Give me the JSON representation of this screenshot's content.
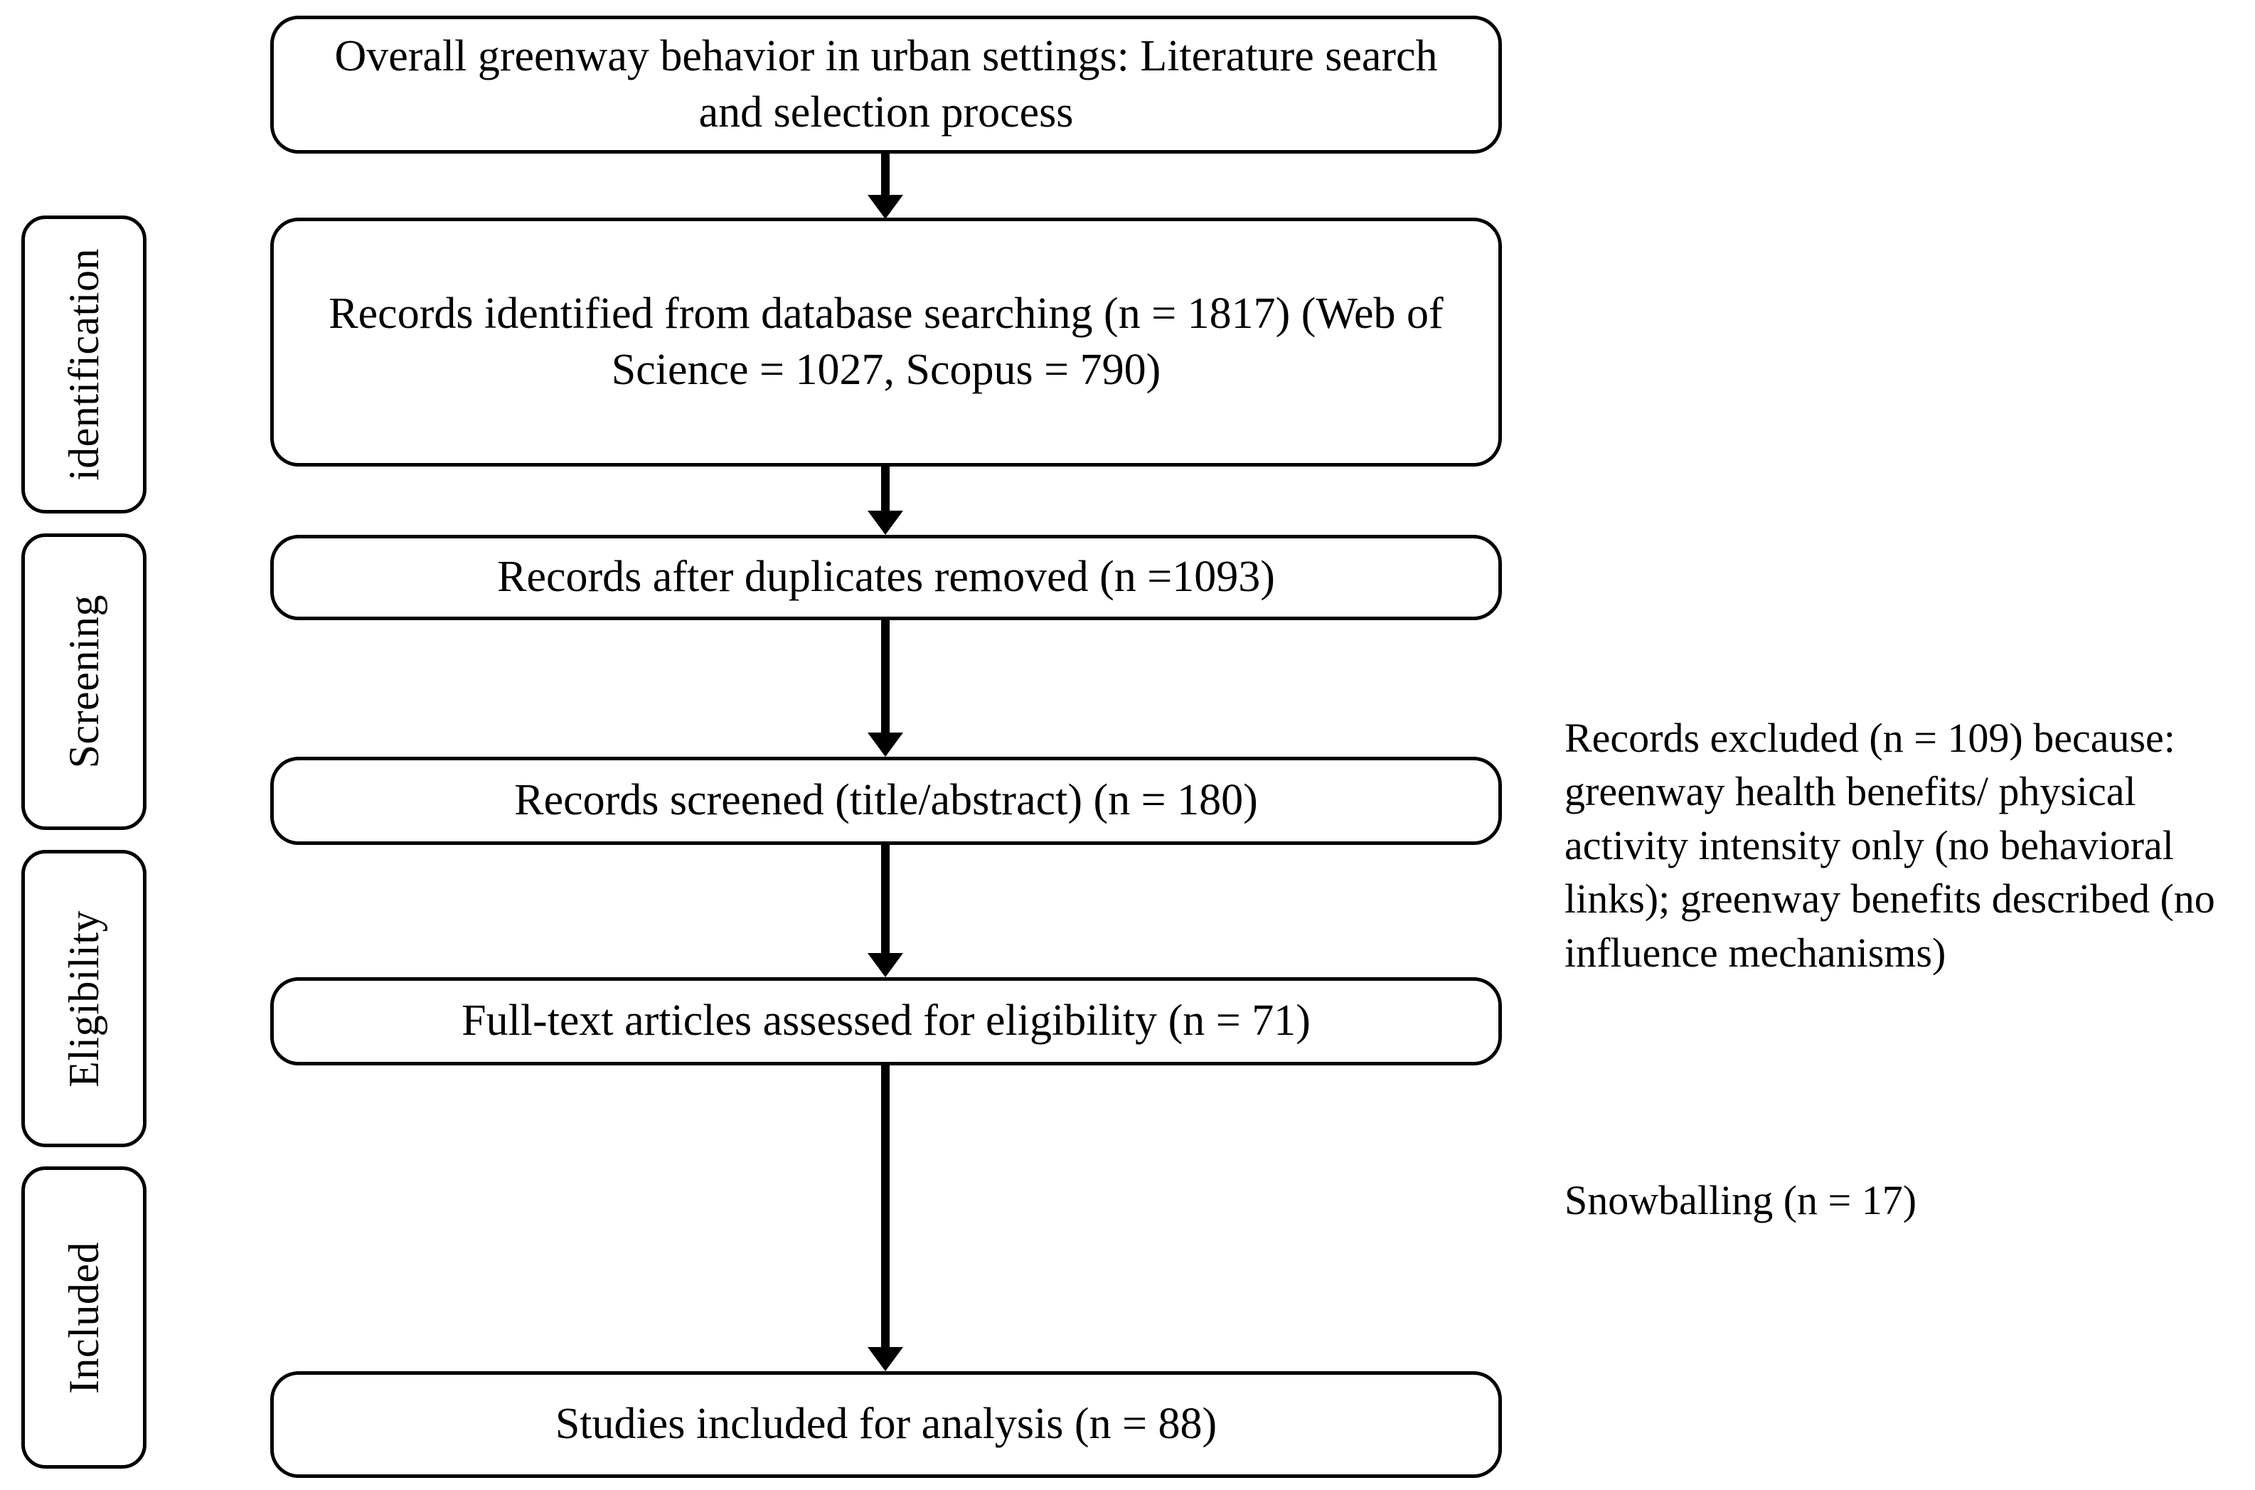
{
  "stages": [
    {
      "id": "identification",
      "label": "identification"
    },
    {
      "id": "screening",
      "label": "Screening"
    },
    {
      "id": "eligibility",
      "label": "Eligibility"
    },
    {
      "id": "included",
      "label": "Included"
    }
  ],
  "flow": {
    "title_box": "Overall greenway behavior in urban settings: Literature search and selection process",
    "identified_box": "Records identified from database searching (n = 1817) (Web of Science = 1027, Scopus = 790)",
    "duplicates_box": "Records after duplicates removed (n =1093)",
    "screened_box": "Records screened (title/abstract) (n = 180)",
    "fulltext_box": "Full-text articles assessed for eligibility (n = 71)",
    "included_box": "Studies included for analysis (n = 88)"
  },
  "notes": {
    "excluded": "Records excluded (n = 109) because:\ngreenway health benefits/ physical activity intensity only (no behavioral links); greenway benefits described (no influence mechanisms)",
    "snowballing": "Snowballing (n = 17)"
  },
  "counts": {
    "records_identified": 1817,
    "web_of_science": 1027,
    "scopus": 790,
    "after_duplicates": 1093,
    "screened": 180,
    "full_text_assessed": 71,
    "excluded": 109,
    "snowballing": 17,
    "included": 88
  },
  "colors": {
    "stroke": "#000000",
    "background": "#ffffff",
    "text": "#000000"
  }
}
